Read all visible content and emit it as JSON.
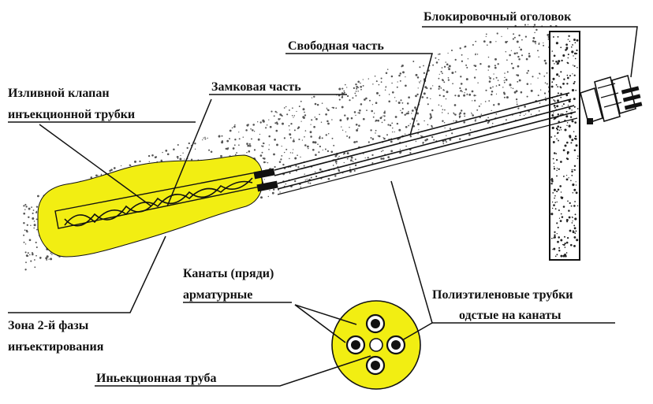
{
  "labels": {
    "blocking_head": "Блокировочный оголовок",
    "free_part": "Свободная часть",
    "lock_part": "Замковая часть",
    "valve_line1": "Изливной клапан",
    "valve_line2": "инъекционной трубки",
    "strands_line1": "Канаты (пряди)",
    "strands_line2": "арматурные",
    "pe_tubes_line1": "Полиэтиленовые трубки",
    "pe_tubes_line2": "одстые на канаты",
    "zone_line1": "Зона 2-й фазы",
    "zone_line2": "инъектирования",
    "injection_pipe": "Иньекционная труба"
  },
  "colors": {
    "grout": "#f2ee12",
    "ink": "#111111",
    "ground_dots": "#555555"
  }
}
